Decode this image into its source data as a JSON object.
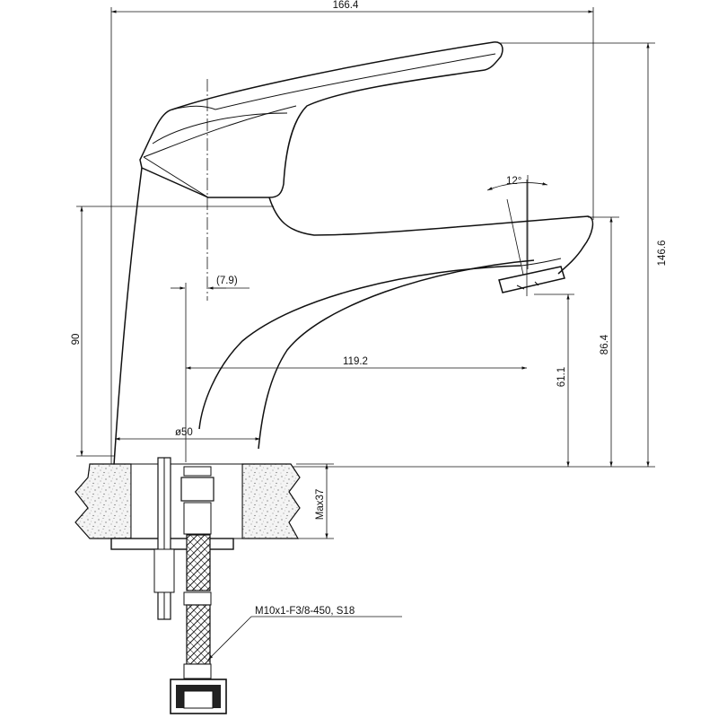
{
  "dimensions": {
    "overall_width": "166.4",
    "overall_height": "146.6",
    "spout_height": "90",
    "outlet_height": "86.4",
    "outlet_clearance": "61.1",
    "spout_reach": "119.2",
    "offset": "(7.9)",
    "base_diameter": "ø50",
    "tilt_angle": "12°",
    "max_counter_thickness": "Max37"
  },
  "notes": {
    "hose_spec": "M10x1-F3/8-450, S18"
  }
}
